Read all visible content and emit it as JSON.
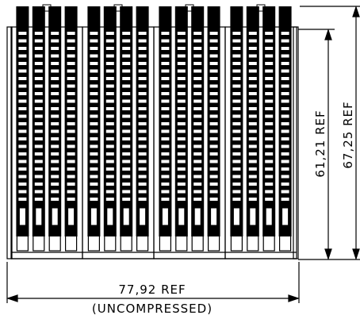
{
  "drawing": {
    "module_count": 4,
    "ink_color": "#000000",
    "background_color": "#ffffff"
  },
  "dimensions": {
    "width_label": "77,92 REF",
    "width_note": "(UNCOMPRESSED)",
    "inner_height_label": "61,21 REF",
    "outer_height_label": "67,25 REF"
  }
}
